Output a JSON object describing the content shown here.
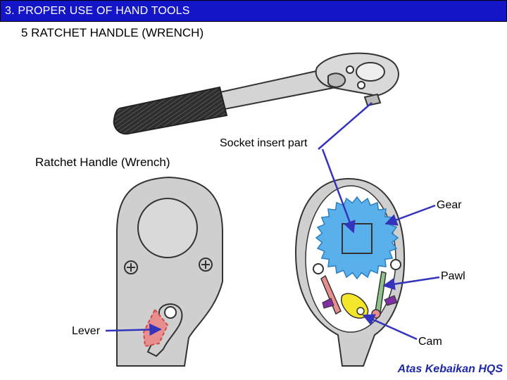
{
  "header": {
    "title": "3. PROPER USE OF HAND TOOLS"
  },
  "slide": {
    "subtitle": "5 RATCHET HANDLE (WRENCH)"
  },
  "labels": {
    "socket": "Socket insert part",
    "handle": "Ratchet Handle (Wrench)",
    "gear": "Gear",
    "pawl": "Pawl",
    "lever": "Lever",
    "cam": "Cam"
  },
  "footer": {
    "credit": "Atas Kebaikan HQS"
  },
  "colors": {
    "header_bg": "#1515c8",
    "arrow": "#3333bb",
    "gear": "#5ab0ea",
    "pawl_green": "#8fc48a",
    "lever_pink": "#e88e8e",
    "cam_yellow": "#f4e62a",
    "spring_purple": "#7e2fa0",
    "body_gray": "#c9c9c9"
  }
}
